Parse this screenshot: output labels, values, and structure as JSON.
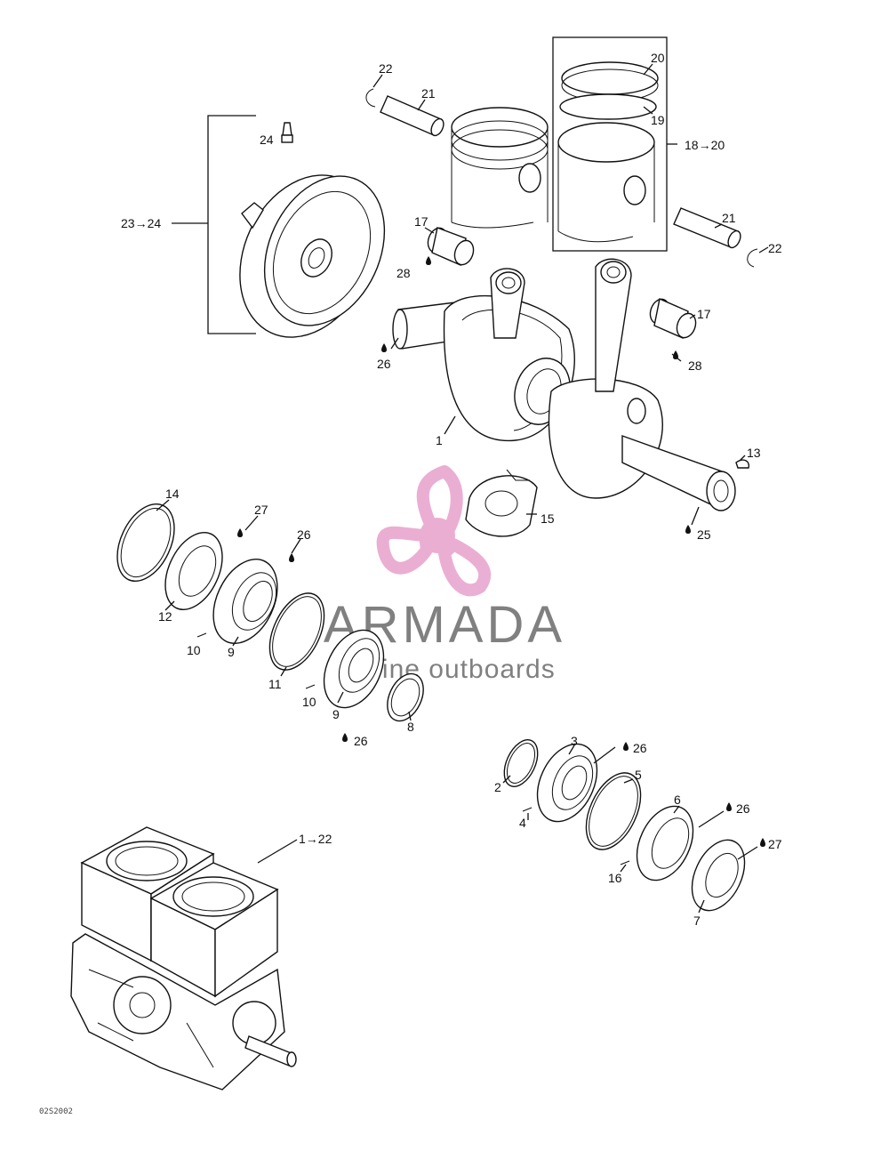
{
  "labels": {
    "n1": "1",
    "n1_22": "1→22",
    "n2": "2",
    "n3": "3",
    "n4": "4",
    "n5": "5",
    "n6": "6",
    "n7": "7",
    "n8": "8",
    "n9a": "9",
    "n9b": "9",
    "n10a": "10",
    "n10b": "10",
    "n11": "11",
    "n12": "12",
    "n13": "13",
    "n14": "14",
    "n15": "15",
    "n16": "16",
    "n17a": "17",
    "n17b": "17",
    "n18_20": "18→20",
    "n19": "19",
    "n20": "20",
    "n21a": "21",
    "n21b": "21",
    "n22a": "22",
    "n22b": "22",
    "n23_24": "23→24",
    "n24": "24",
    "n25": "25",
    "n26a": "26",
    "n26b": "26",
    "n26c": "26",
    "n26d": "26",
    "n26e": "26",
    "n27a": "27",
    "n27b": "27",
    "n28a": "28",
    "n28b": "28"
  },
  "watermark": {
    "brand": "ARMADA",
    "tagline": "marine outboards",
    "logo_color": "#e8a6cf",
    "text_color": "#808080"
  },
  "drawing_code": "02S2002"
}
